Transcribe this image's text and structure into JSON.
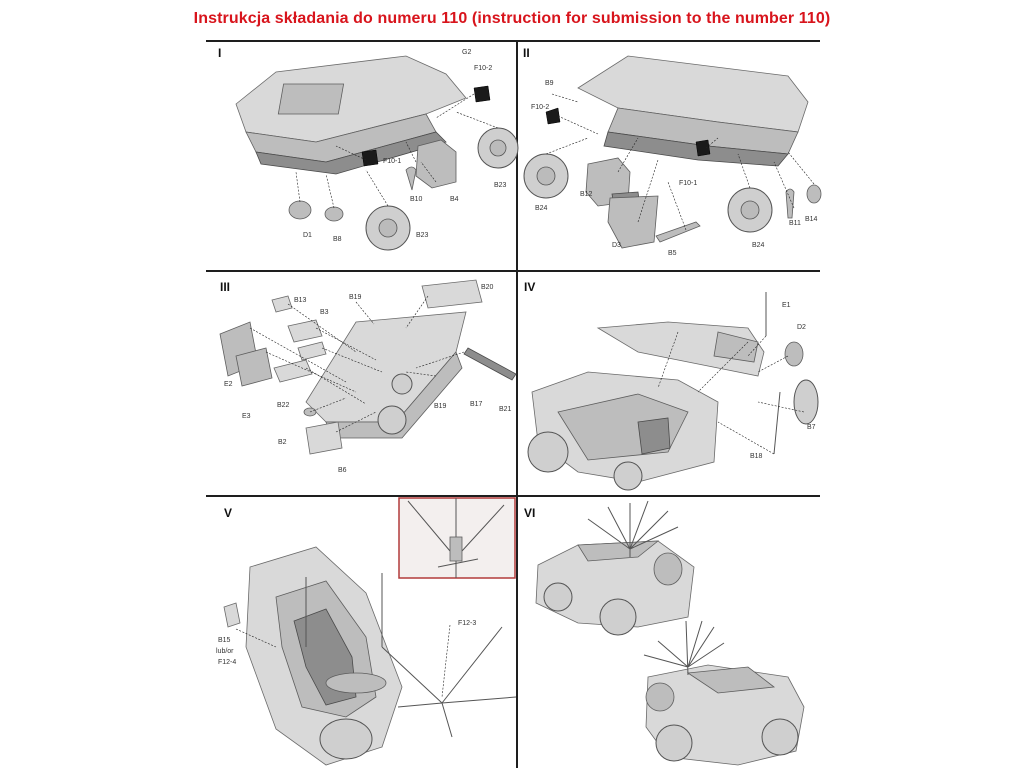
{
  "title": "Instrukcja składania do numeru 110 (instruction for submission to the number 110)",
  "steps": [
    "I",
    "II",
    "III",
    "IV",
    "V",
    "VI"
  ],
  "labels": {
    "p1": [
      "G2",
      "F10-2",
      "F10-1",
      "B10",
      "B4",
      "B23",
      "D1",
      "B8",
      "B23"
    ],
    "p2": [
      "B9",
      "F10-2",
      "B12",
      "F10-1",
      "B24",
      "D3",
      "B5",
      "B24",
      "B11",
      "B14"
    ],
    "p3": [
      "B13",
      "B3",
      "B19",
      "B20",
      "E2",
      "E3",
      "B22",
      "B2",
      "B6",
      "B19",
      "B17",
      "B21"
    ],
    "p4": [
      "E1",
      "D2",
      "B7",
      "B18"
    ],
    "p5": [
      "B15",
      "lub/or",
      "F12-4",
      "F12-3"
    ]
  },
  "colors": {
    "title": "#d8141c",
    "rule": "#1e1e1e",
    "zoom_border": "#b23a3a"
  }
}
